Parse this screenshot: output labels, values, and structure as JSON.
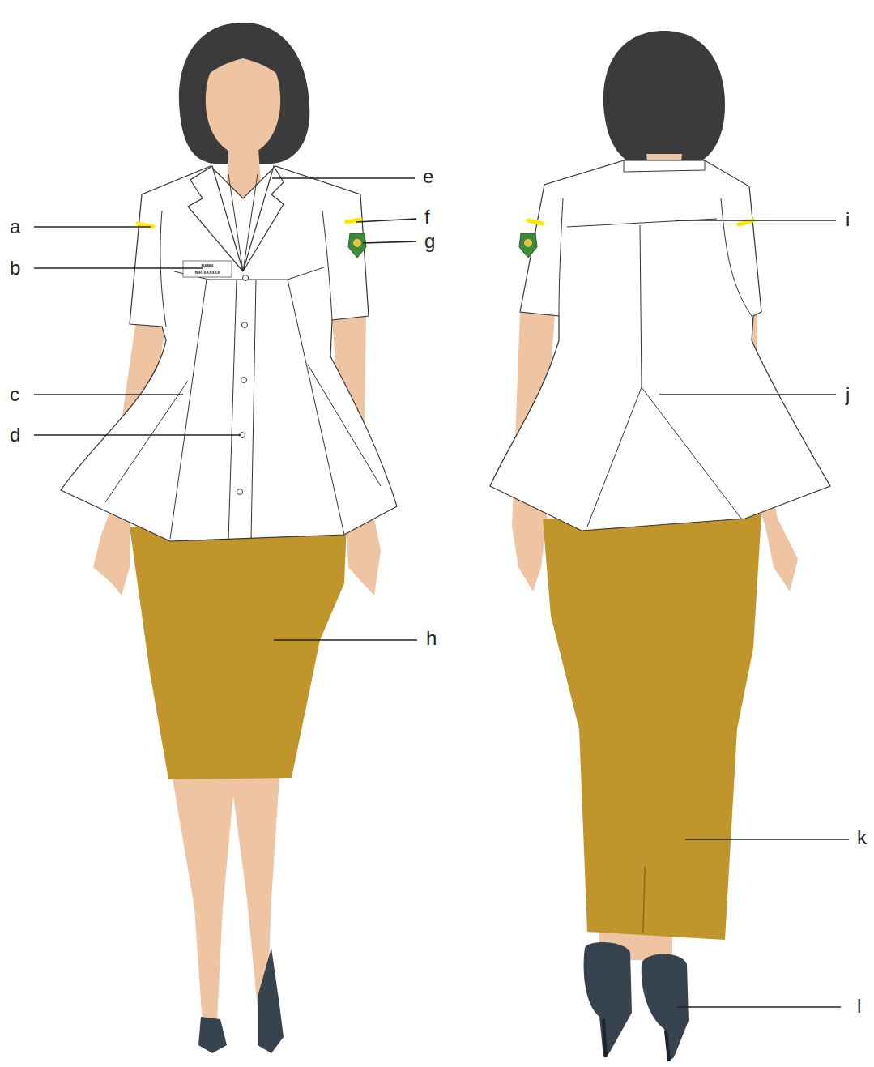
{
  "diagram": {
    "labels": [
      "a",
      "b",
      "c",
      "d",
      "e",
      "f",
      "g",
      "h",
      "i",
      "j",
      "k",
      "l",
      "NAMA",
      "NIP. XXXXXX"
    ]
  }
}
